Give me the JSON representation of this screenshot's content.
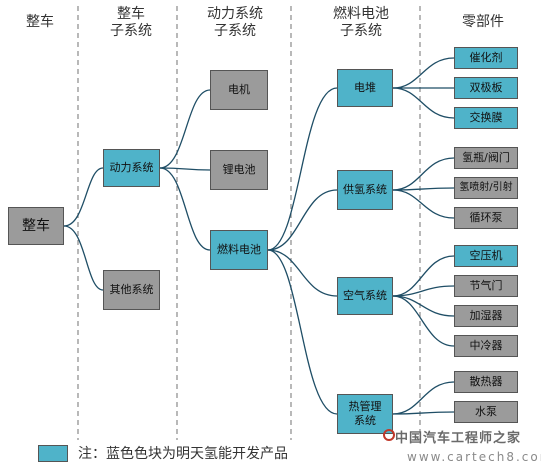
{
  "headers": {
    "col1": [
      "整车"
    ],
    "col2": [
      "整车",
      "子系统"
    ],
    "col3": [
      "动力系统",
      "子系统"
    ],
    "col4": [
      "燃料电池",
      "子系统"
    ],
    "col5": [
      "零部件"
    ]
  },
  "nodes": {
    "vehicle": "整车",
    "power_system": "动力系统",
    "other_system": "其他系统",
    "motor": "电机",
    "lithium_battery": "锂电池",
    "fuel_cell": "燃料电池",
    "stack": "电堆",
    "hydrogen_supply": "供氢系统",
    "air_system": "空气系统",
    "thermal_mgmt": [
      "热管理",
      "系统"
    ],
    "catalyst": "催化剂",
    "bipolar_plate": "双极板",
    "exchange_membrane": "交换膜",
    "hydrogen_bottle_valve": "氢瓶/阀门",
    "hydrogen_injector": "氢喷射/引射",
    "circulation_pump": "循环泵",
    "air_compressor": "空压机",
    "throttle": "节气门",
    "humidifier": "加湿器",
    "intercooler": "中冷器",
    "radiator": "散热器",
    "water_pump": "水泵"
  },
  "legend": {
    "text": "注：蓝色色块为明天氢能开发产品",
    "color": "#4fb3c9"
  },
  "colors": {
    "blue_block": "#4fb3c9",
    "gray_block": "#9b9b9b",
    "line": "#1f4e66"
  },
  "watermark": {
    "line1": "中国汽车工程师之家",
    "line2": "www.cartech8.com"
  }
}
